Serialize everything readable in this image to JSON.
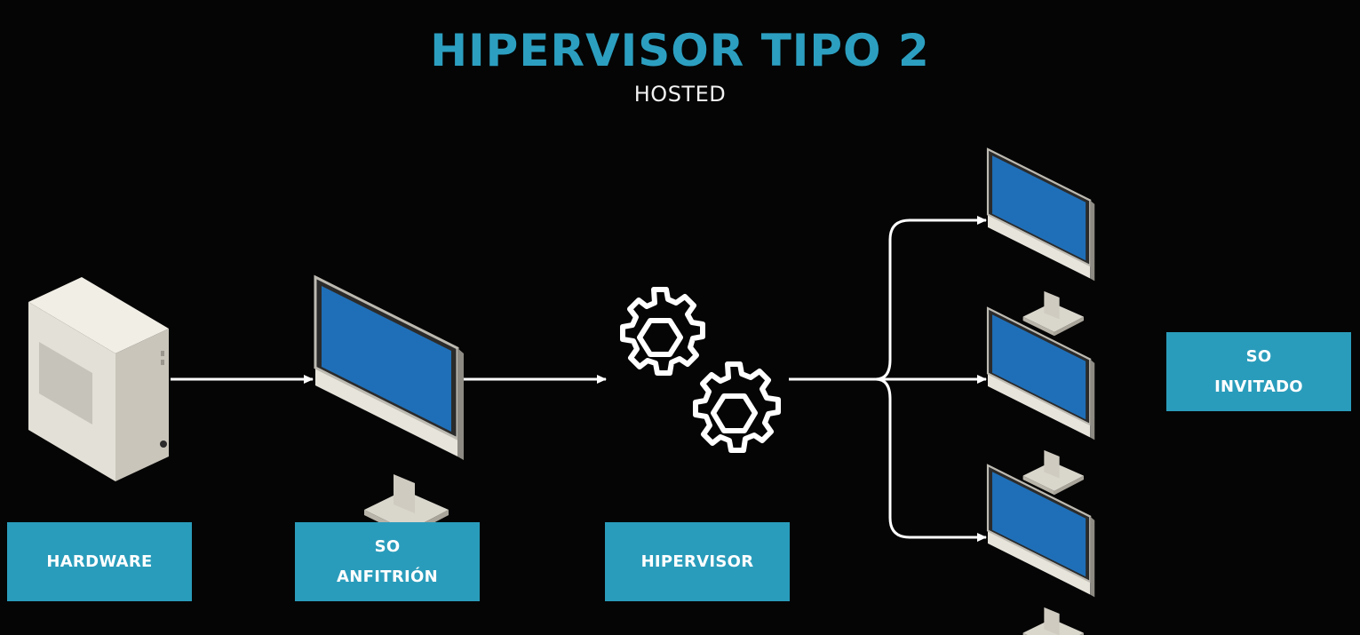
{
  "title": "HIPERVISOR TIPO 2",
  "subtitle": "HOSTED",
  "labels": {
    "hardware": "HARDWARE",
    "host_os_line1": "SO",
    "host_os_line2": "ANFITRIÓN",
    "hypervisor": "HIPERVISOR",
    "guest_os_line1": "SO",
    "guest_os_line2": "INVITADO"
  },
  "colors": {
    "background": "#050505",
    "accent": "#2a9cbb",
    "title": "#2c9fc0",
    "screen": "#1f6fb8",
    "arrow": "#ffffff"
  },
  "icons": {
    "hardware": "server-tower-icon",
    "host": "monitor-icon",
    "hypervisor": "gears-icon",
    "guests": [
      "monitor-icon",
      "monitor-icon",
      "monitor-icon"
    ]
  }
}
